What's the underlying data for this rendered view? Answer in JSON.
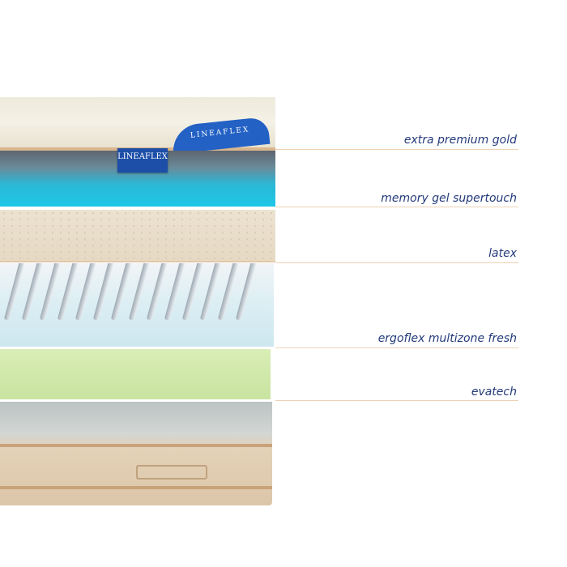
{
  "brand": {
    "logo_text": "LINEAFLEX"
  },
  "layers": [
    {
      "label": "extra premium gold"
    },
    {
      "label": "memory gel supertouch"
    },
    {
      "label": "latex"
    },
    {
      "label": "ergoflex multizone fresh"
    },
    {
      "label": "evatech"
    }
  ],
  "colors": {
    "label": "#233a7a",
    "leader_line": "#edd2b4"
  }
}
